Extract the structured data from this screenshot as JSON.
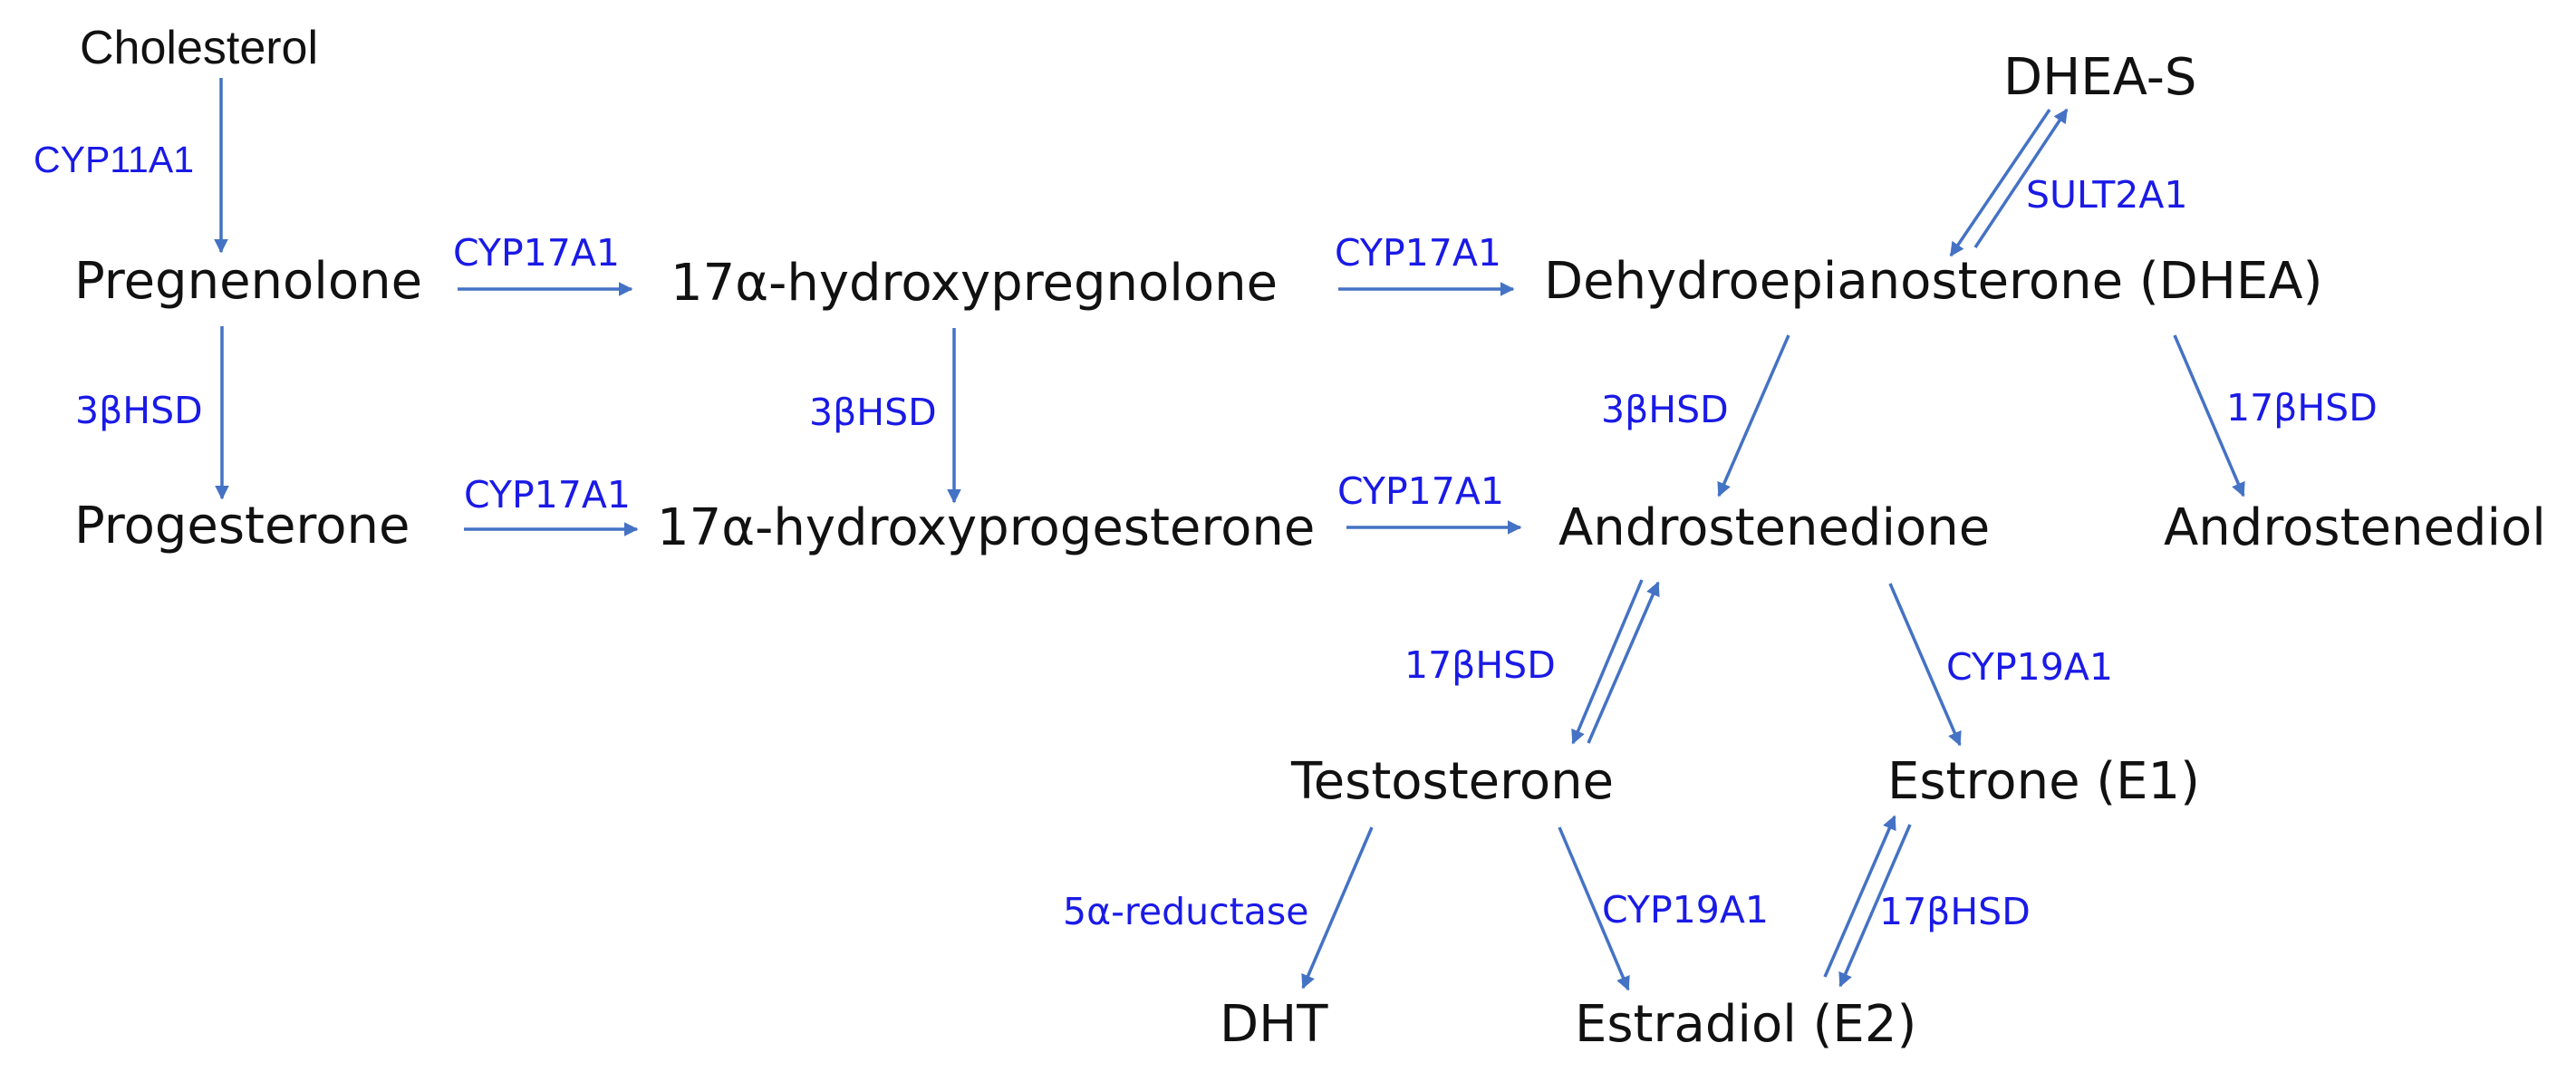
{
  "colors": {
    "arrow": "#4472c4",
    "enzyme_text": "#1a1ae6",
    "node_text": "#111111",
    "background": "#ffffff"
  },
  "nodes": {
    "cholesterol": "Cholesterol",
    "pregnenolone": "Pregnenolone",
    "progesterone": "Progesterone",
    "hydroxypregnolone": "17α-hydroxypregnolone",
    "hydroxyprogesterone": "17α-hydroxyprogesterone",
    "dhea": "Dehydroepianosterone (DHEA)",
    "dhea_s": "DHEA-S",
    "androstenedione": "Androstenedione",
    "androstenediol": "Androstenediol",
    "testosterone": "Testosterone",
    "estrone": "Estrone (E1)",
    "dht": "DHT",
    "estradiol": "Estradiol (E2)"
  },
  "enzymes": {
    "cyp11a1": "CYP11A1",
    "cyp17a1_preg": "CYP17A1",
    "cyp17a1_ohpreg": "CYP17A1",
    "cyp17a1_prog": "CYP17A1",
    "cyp17a1_ohprog": "CYP17A1",
    "hsd3b_preg": "3βHSD",
    "hsd3b_ohpreg": "3βHSD",
    "hsd3b_dhea": "3βHSD",
    "sult2a1": "SULT2A1",
    "hsd17b_dhea": "17βHSD",
    "hsd17b_andro": "17βHSD",
    "cyp19a1_andro": "CYP19A1",
    "reductase": "5α-reductase",
    "cyp19a1_testo": "CYP19A1",
    "hsd17b_estrone": "17βHSD"
  }
}
